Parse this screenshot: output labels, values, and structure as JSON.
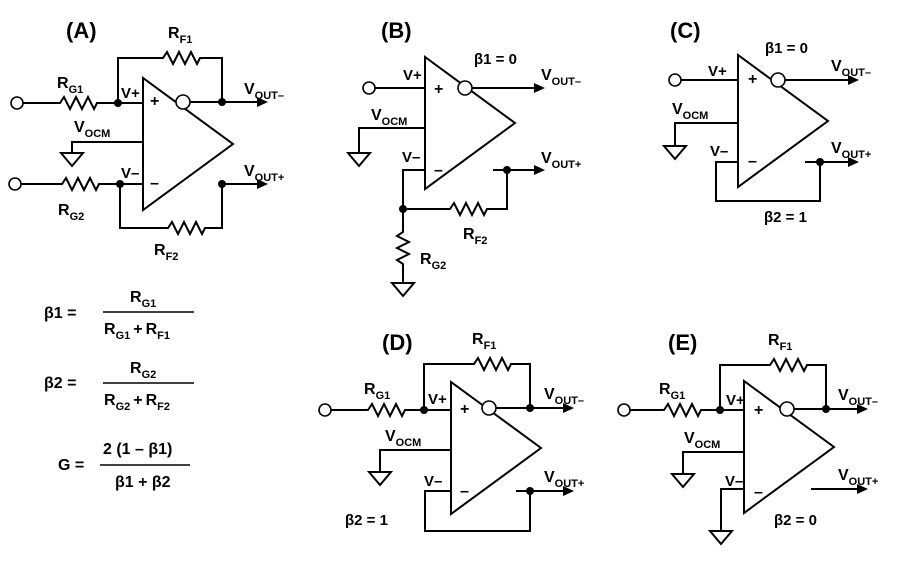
{
  "panels": {
    "A": "(A)",
    "B": "(B)",
    "C": "(C)",
    "D": "(D)",
    "E": "(E)"
  },
  "pins": {
    "plus_input": "V+",
    "minus_input": "V–",
    "plus_sign": "+",
    "minus_sign": "–"
  },
  "names": {
    "vout_main": "V",
    "vout_minus_sub": "OUT–",
    "vout_plus_sub": "OUT+",
    "vocm_main": "V",
    "vocm_sub": "OCM",
    "rg_main": "R",
    "rg1_sub": "G1",
    "rg2_sub": "G2",
    "rf_main": "R",
    "rf1_sub": "F1",
    "rf2_sub": "F2"
  },
  "conditions": {
    "beta1_zero": "β1 = 0",
    "beta2_one": "β2 = 1",
    "beta2_zero": "β2 = 0"
  },
  "equations": {
    "beta1_lhs": "β1 =",
    "beta2_lhs": "β2 =",
    "gain_lhs": "G =",
    "gain_numerator": "2 (1 – β1)",
    "gain_denominator": "β1 + β2",
    "plus_sign": "+"
  }
}
